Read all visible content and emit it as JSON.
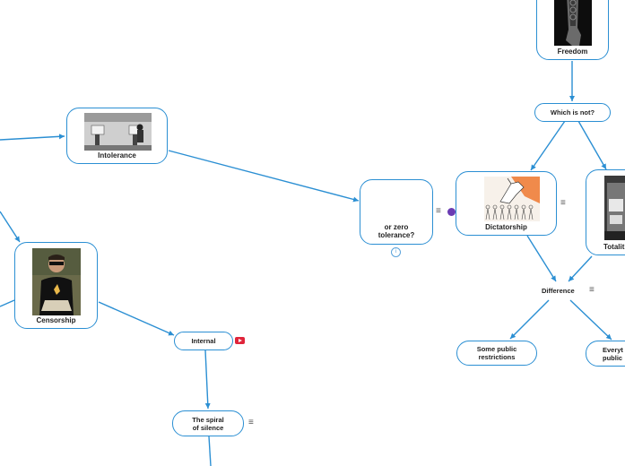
{
  "nodes": {
    "freedom": "Freedom",
    "which_is_not": "Which is not?",
    "intolerance": "Intolerance",
    "zero_tolerance": "or zero\ntolerance?",
    "dictatorship": "Dictatorship",
    "totalitarianism": "Totalit",
    "difference": "Difference",
    "some_public_restrictions": "Some public\nrestrictions",
    "everything_public": "Everyt\npublic",
    "censorship": "Censorship",
    "internal": "Internal",
    "spiral_of_silence": "The spiral\nof silence"
  },
  "icons": {
    "note": "note-icon",
    "youtube": "youtube-icon",
    "info": "info-icon",
    "tag": "tag-icon"
  },
  "colors": {
    "connector": "#2b8fd3",
    "youtube": "#e0243a",
    "tag": "#6a3cb3"
  }
}
